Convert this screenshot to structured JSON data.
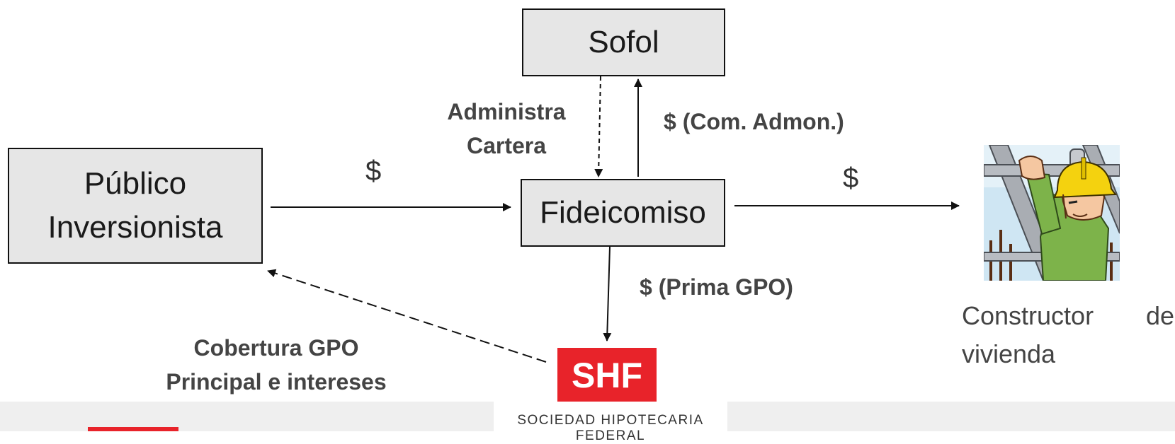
{
  "boxes": {
    "sofol": "Sofol",
    "publico_line1": "Público",
    "publico_line2": "Inversionista",
    "fideicomiso": "Fideicomiso"
  },
  "labels": {
    "administra_line1": "Administra",
    "administra_line2": "Cartera",
    "com_admon": "$ (Com. Admon.)",
    "dollar_publico": "$",
    "dollar_constructor": "$",
    "prima_gpo": "$ (Prima GPO)",
    "cobertura_line1": "Cobertura GPO",
    "cobertura_line2": "Principal e intereses",
    "constructor_line1": "Constructor de",
    "constructor_line2": "vivienda"
  },
  "logo": {
    "mark": "SHF",
    "name": "SOCIEDAD HIPOTECARIA FEDERAL",
    "color": "#e8232a"
  },
  "colors": {
    "box_fill": "#e6e6e6",
    "box_border": "#111111",
    "footer_band": "#efefef",
    "accent": "#e8232a"
  },
  "icons": {
    "worker": "construction-worker-icon"
  }
}
